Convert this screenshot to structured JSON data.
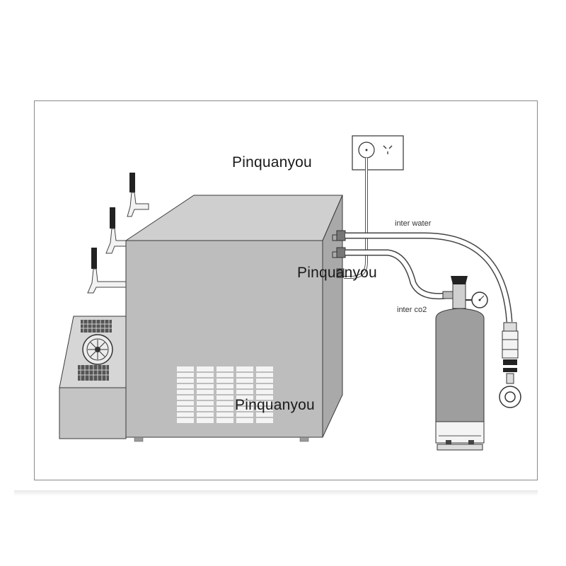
{
  "watermarks": [
    "Pinquanyou",
    "Pinquanyou",
    "Pinquanyou"
  ],
  "labels": {
    "water_inlet": "inter water",
    "co2_inlet": "inter co2"
  },
  "colors": {
    "cabinet_front": "#bdbdbd",
    "cabinet_top": "#cfcfcf",
    "cabinet_side": "#a9a9a9",
    "outline": "#3a3a3a",
    "hose": "#ffffff",
    "cylinder": "#9e9e9e"
  },
  "components": [
    "beer-tap-icon",
    "cooling-cabinet",
    "compressor-unit",
    "wall-socket-icon",
    "co2-cylinder",
    "pressure-regulator-icon",
    "water-hose-connector"
  ]
}
